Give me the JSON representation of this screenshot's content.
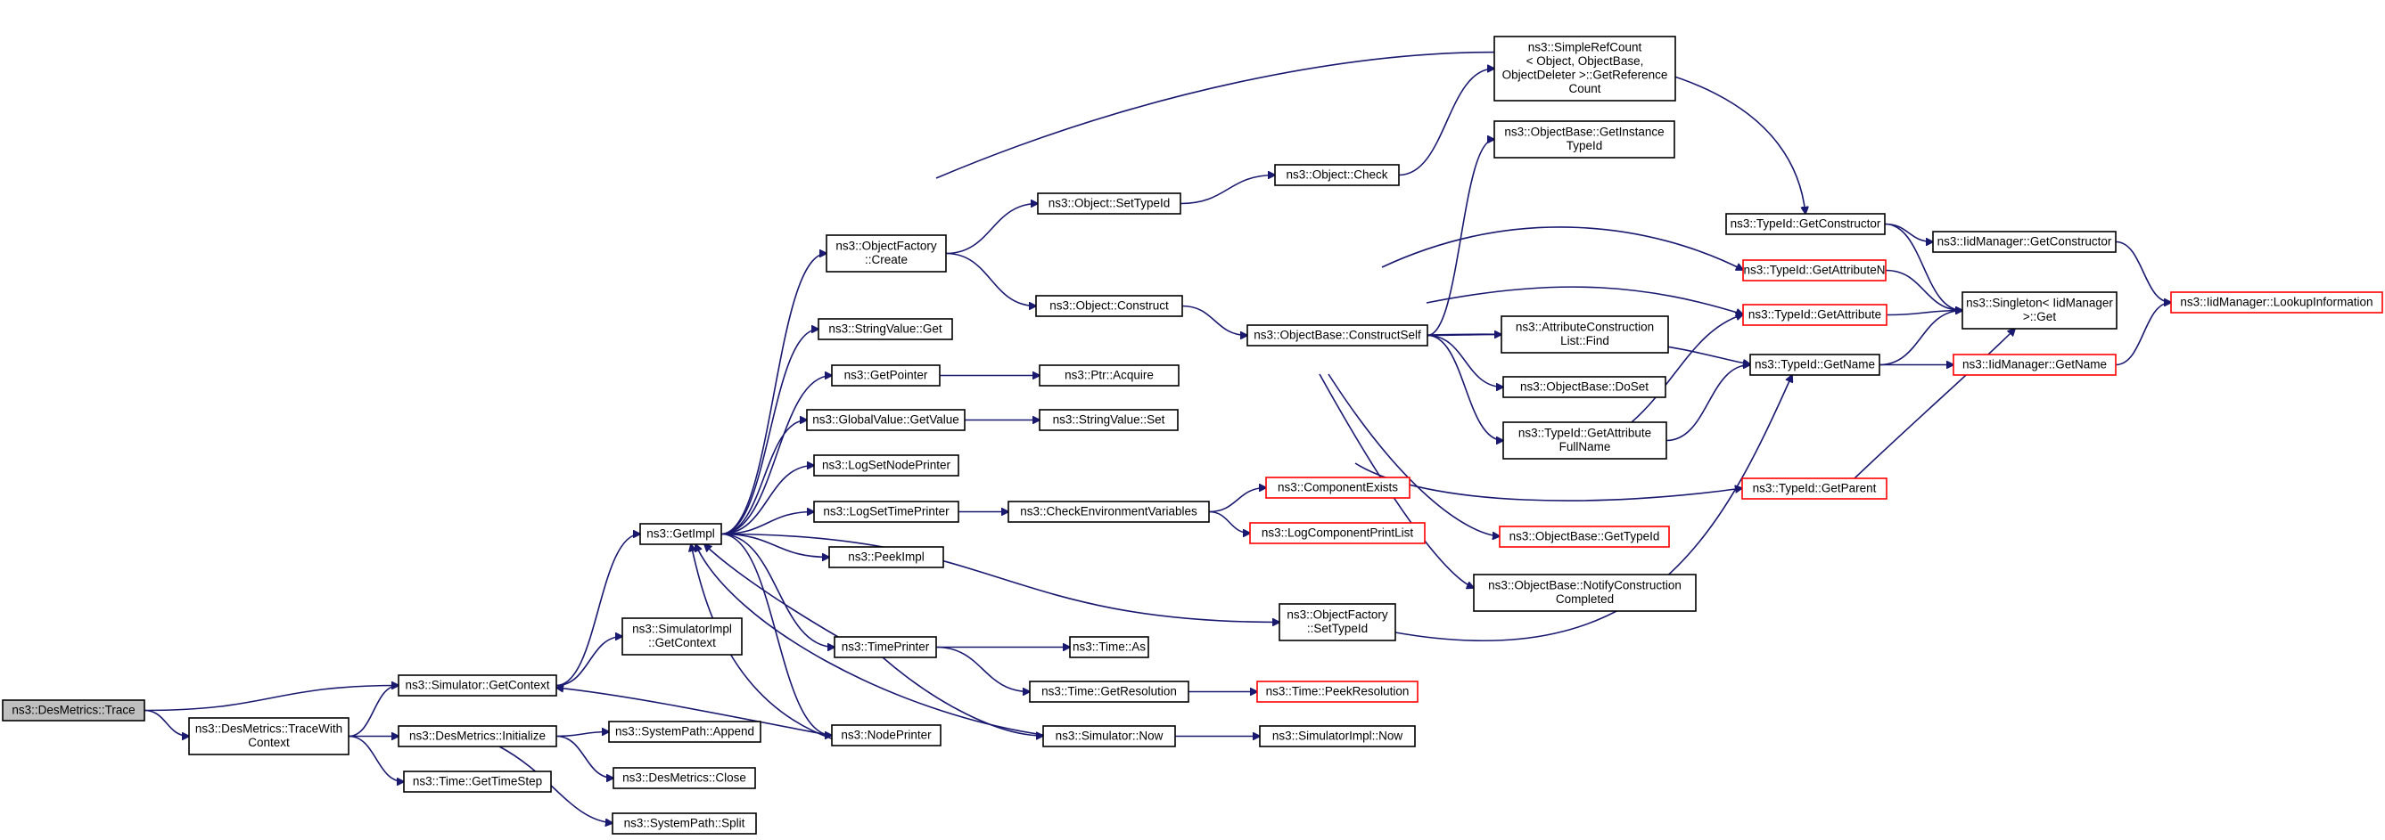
{
  "title": "",
  "nodes": [
    {
      "id": "trace",
      "lines": [
        "ns3::DesMetrics::Trace"
      ],
      "style": "root"
    },
    {
      "id": "tracewith",
      "lines": [
        "ns3::DesMetrics::TraceWith",
        "Context"
      ],
      "style": "normal"
    },
    {
      "id": "getcontext",
      "lines": [
        "ns3::Simulator::GetContext"
      ],
      "style": "normal"
    },
    {
      "id": "initialize",
      "lines": [
        "ns3::DesMetrics::Initialize"
      ],
      "style": "normal"
    },
    {
      "id": "gettimestep",
      "lines": [
        "ns3::Time::GetTimeStep"
      ],
      "style": "normal"
    },
    {
      "id": "getimpl",
      "lines": [
        "ns3::GetImpl"
      ],
      "style": "normal"
    },
    {
      "id": "simimplctx",
      "lines": [
        "ns3::SimulatorImpl",
        "::GetContext"
      ],
      "style": "normal"
    },
    {
      "id": "append",
      "lines": [
        "ns3::SystemPath::Append"
      ],
      "style": "normal"
    },
    {
      "id": "close",
      "lines": [
        "ns3::DesMetrics::Close"
      ],
      "style": "normal"
    },
    {
      "id": "split",
      "lines": [
        "ns3::SystemPath::Split"
      ],
      "style": "normal"
    },
    {
      "id": "nodeprinter",
      "lines": [
        "ns3::NodePrinter"
      ],
      "style": "normal"
    },
    {
      "id": "ofcreate",
      "lines": [
        "ns3::ObjectFactory",
        "::Create"
      ],
      "style": "normal"
    },
    {
      "id": "strget",
      "lines": [
        "ns3::StringValue::Get"
      ],
      "style": "normal"
    },
    {
      "id": "getpointer",
      "lines": [
        "ns3::GetPointer"
      ],
      "style": "normal"
    },
    {
      "id": "gvgetvalue",
      "lines": [
        "ns3::GlobalValue::GetValue"
      ],
      "style": "normal"
    },
    {
      "id": "logsetnode",
      "lines": [
        "ns3::LogSetNodePrinter"
      ],
      "style": "normal"
    },
    {
      "id": "logsettime",
      "lines": [
        "ns3::LogSetTimePrinter"
      ],
      "style": "normal"
    },
    {
      "id": "peekimpl",
      "lines": [
        "ns3::PeekImpl"
      ],
      "style": "normal"
    },
    {
      "id": "timeprinter",
      "lines": [
        "ns3::TimePrinter"
      ],
      "style": "normal"
    },
    {
      "id": "objsettypeid",
      "lines": [
        "ns3::Object::SetTypeId"
      ],
      "style": "normal"
    },
    {
      "id": "objconstruct",
      "lines": [
        "ns3::Object::Construct"
      ],
      "style": "normal"
    },
    {
      "id": "ptracquire",
      "lines": [
        "ns3::Ptr::Acquire"
      ],
      "style": "normal"
    },
    {
      "id": "strset",
      "lines": [
        "ns3::StringValue::Set"
      ],
      "style": "normal"
    },
    {
      "id": "checkenv",
      "lines": [
        "ns3::CheckEnvironmentVariables"
      ],
      "style": "normal"
    },
    {
      "id": "timeas",
      "lines": [
        "ns3::Time::As"
      ],
      "style": "normal"
    },
    {
      "id": "timegetres",
      "lines": [
        "ns3::Time::GetResolution"
      ],
      "style": "normal"
    },
    {
      "id": "simnow",
      "lines": [
        "ns3::Simulator::Now"
      ],
      "style": "normal"
    },
    {
      "id": "objcheck",
      "lines": [
        "ns3::Object::Check"
      ],
      "style": "normal"
    },
    {
      "id": "constructself",
      "lines": [
        "ns3::ObjectBase::ConstructSelf"
      ],
      "style": "normal"
    },
    {
      "id": "ofsettypeid",
      "lines": [
        "ns3::ObjectFactory",
        "::SetTypeId"
      ],
      "style": "normal"
    },
    {
      "id": "compexists",
      "lines": [
        "ns3::ComponentExists"
      ],
      "style": "red"
    },
    {
      "id": "logcompprint",
      "lines": [
        "ns3::LogComponentPrintList"
      ],
      "style": "red"
    },
    {
      "id": "peekres",
      "lines": [
        "ns3::Time::PeekResolution"
      ],
      "style": "red"
    },
    {
      "id": "simimplnow",
      "lines": [
        "ns3::SimulatorImpl::Now"
      ],
      "style": "normal"
    },
    {
      "id": "simplerefcount",
      "lines": [
        "ns3::SimpleRefCount",
        "< Object, ObjectBase,",
        "ObjectDeleter >::GetReference",
        "Count"
      ],
      "style": "normal"
    },
    {
      "id": "getinstancetid",
      "lines": [
        "ns3::ObjectBase::GetInstance",
        "TypeId"
      ],
      "style": "normal"
    },
    {
      "id": "attrfind",
      "lines": [
        "ns3::AttributeConstruction",
        "List::Find"
      ],
      "style": "normal"
    },
    {
      "id": "doset",
      "lines": [
        "ns3::ObjectBase::DoSet"
      ],
      "style": "normal"
    },
    {
      "id": "getattrfull",
      "lines": [
        "ns3::TypeId::GetAttribute",
        "FullName"
      ],
      "style": "normal"
    },
    {
      "id": "obgettypeid",
      "lines": [
        "ns3::ObjectBase::GetTypeId"
      ],
      "style": "red"
    },
    {
      "id": "notifycc",
      "lines": [
        "ns3::ObjectBase::NotifyConstruction",
        "Completed"
      ],
      "style": "normal"
    },
    {
      "id": "tgetconstructor",
      "lines": [
        "ns3::TypeId::GetConstructor"
      ],
      "style": "normal"
    },
    {
      "id": "tgetattrn",
      "lines": [
        "ns3::TypeId::GetAttributeN"
      ],
      "style": "red"
    },
    {
      "id": "tgetattr",
      "lines": [
        "ns3::TypeId::GetAttribute"
      ],
      "style": "red"
    },
    {
      "id": "tgetname",
      "lines": [
        "ns3::TypeId::GetName"
      ],
      "style": "normal"
    },
    {
      "id": "tgetparent",
      "lines": [
        "ns3::TypeId::GetParent"
      ],
      "style": "red"
    },
    {
      "id": "iidgetconstructor",
      "lines": [
        "ns3::IidManager::GetConstructor"
      ],
      "style": "normal"
    },
    {
      "id": "singletonget",
      "lines": [
        "ns3::Singleton< IidManager",
        " >::Get"
      ],
      "style": "normal"
    },
    {
      "id": "iidgetname",
      "lines": [
        "ns3::IidManager::GetName"
      ],
      "style": "red"
    },
    {
      "id": "iidlookup",
      "lines": [
        "ns3::IidManager::LookupInformation"
      ],
      "style": "red"
    }
  ],
  "edges": [
    [
      "trace",
      "tracewith"
    ],
    [
      "trace",
      "getcontext"
    ],
    [
      "tracewith",
      "getcontext"
    ],
    [
      "tracewith",
      "initialize"
    ],
    [
      "tracewith",
      "gettimestep"
    ],
    [
      "getcontext",
      "getimpl"
    ],
    [
      "getcontext",
      "simimplctx"
    ],
    [
      "initialize",
      "append"
    ],
    [
      "initialize",
      "close"
    ],
    [
      "initialize",
      "split"
    ],
    [
      "getimpl",
      "ofcreate"
    ],
    [
      "getimpl",
      "strget"
    ],
    [
      "getimpl",
      "getpointer"
    ],
    [
      "getimpl",
      "gvgetvalue"
    ],
    [
      "getimpl",
      "logsetnode"
    ],
    [
      "getimpl",
      "logsettime"
    ],
    [
      "getimpl",
      "peekimpl"
    ],
    [
      "getimpl",
      "timeprinter"
    ],
    [
      "getimpl",
      "nodeprinter"
    ],
    [
      "getimpl",
      "ofsettypeid"
    ],
    [
      "nodeprinter",
      "getimpl"
    ],
    [
      "nodeprinter",
      "getcontext"
    ],
    [
      "timeprinter",
      "getimpl"
    ],
    [
      "timeprinter",
      "timeas"
    ],
    [
      "timeprinter",
      "timegetres"
    ],
    [
      "timeprinter",
      "simnow"
    ],
    [
      "simnow",
      "getimpl"
    ],
    [
      "simnow",
      "simimplnow"
    ],
    [
      "ofcreate",
      "objsettypeid"
    ],
    [
      "ofcreate",
      "objconstruct"
    ],
    [
      "ofcreate",
      "tgetconstructor"
    ],
    [
      "getpointer",
      "ptracquire"
    ],
    [
      "gvgetvalue",
      "strset"
    ],
    [
      "logsettime",
      "checkenv"
    ],
    [
      "checkenv",
      "compexists"
    ],
    [
      "checkenv",
      "logcompprint"
    ],
    [
      "timegetres",
      "peekres"
    ],
    [
      "objsettypeid",
      "objcheck"
    ],
    [
      "objcheck",
      "simplerefcount"
    ],
    [
      "objconstruct",
      "constructself"
    ],
    [
      "constructself",
      "getinstancetid"
    ],
    [
      "constructself",
      "attrfind"
    ],
    [
      "constructself",
      "doset"
    ],
    [
      "constructself",
      "getattrfull"
    ],
    [
      "constructself",
      "obgettypeid"
    ],
    [
      "constructself",
      "notifycc"
    ],
    [
      "constructself",
      "tgetattrn"
    ],
    [
      "constructself",
      "tgetattr"
    ],
    [
      "constructself",
      "tgetname"
    ],
    [
      "constructself",
      "tgetparent"
    ],
    [
      "getattrfull",
      "tgetattr"
    ],
    [
      "getattrfull",
      "tgetname"
    ],
    [
      "ofsettypeid",
      "tgetname"
    ],
    [
      "tgetconstructor",
      "iidgetconstructor"
    ],
    [
      "tgetconstructor",
      "singletonget"
    ],
    [
      "tgetattrn",
      "singletonget"
    ],
    [
      "tgetattr",
      "singletonget"
    ],
    [
      "tgetname",
      "singletonget"
    ],
    [
      "tgetname",
      "iidgetname"
    ],
    [
      "tgetparent",
      "singletonget"
    ],
    [
      "iidgetconstructor",
      "iidlookup"
    ],
    [
      "iidgetname",
      "iidlookup"
    ]
  ]
}
